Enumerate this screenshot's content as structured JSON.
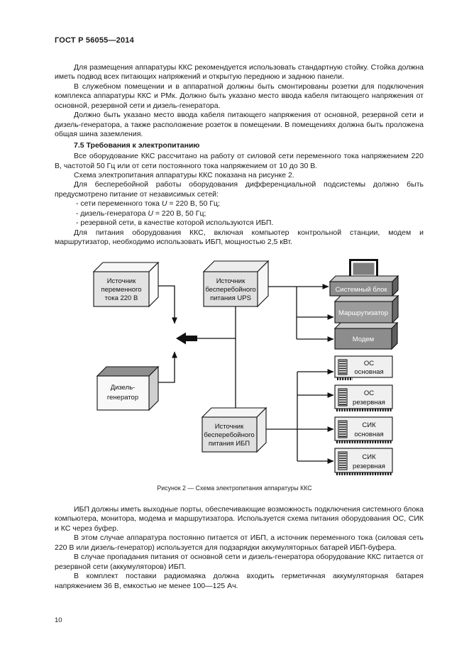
{
  "document": {
    "header": "ГОСТ Р 56055—2014",
    "page_number": "10",
    "paragraphs_top": [
      "Для размещения аппаратуры ККС рекомендуется использовать стандартную стойку. Стойка должна иметь подвод всех питающих напряжений и открытую переднюю и заднюю панели.",
      "В служебном помещении и в аппаратной должны быть смонтированы розетки для подключения комплекса аппаратуры ККС и РМк. Должно быть указано место ввода кабеля питающего напряжения от основной, резервной сети и дизель-генератора.",
      "Должно быть указано место ввода кабеля питающего напряжения от основной, резервной сети и дизель-генератора, а также расположение розеток в помещении. В помещениях должна быть проложена общая шина заземления."
    ],
    "section_heading": "7.5  Требования к электропитанию",
    "paragraphs_mid": [
      "Все оборудование ККС рассчитано на работу от силовой сети переменного тока напряжением 220 В, частотой 50 Гц или от сети постоянного тока напряжением от 10 до 30 В.",
      "Схема электропитания аппаратуры ККС показана на рисунке 2.",
      "Для бесперебойной работы оборудования дифференциальной подсистемы должно быть предусмотрено питание от независимых сетей:"
    ],
    "bullet_items": [
      {
        "pre": "- сети переменного тока ",
        "var": "U",
        "post": " = 220 В, 50 Гц;"
      },
      {
        "pre": "- дизель-генератора ",
        "var": "U",
        "post": " = 220 В, 50 Гц;"
      },
      {
        "pre": "- резервной сети, в качестве которой используются ИБП.",
        "var": "",
        "post": ""
      }
    ],
    "paragraph_power": "Для питания оборудования ККС, включая компьютер контрольной станции, модем и маршрутизатор, необходимо использовать ИБП, мощностью 2,5 кВт.",
    "figure_caption": "Рисунок 2 — Схема электропитания аппаратуры ККС",
    "paragraphs_bottom": [
      "ИБП должны иметь выходные порты, обеспечивающие возможность подключения системного блока компьютера, монитора, модема и маршрутизатора. Используется схема питания оборудования ОС, СИК и КС через буфер.",
      "В этом случае аппаратура постоянно питается от ИБП, а источник переменного тока (силовая сеть 220 В или дизель-генератор) используется для подзарядки аккумуляторных батарей ИБП-буфера.",
      "В случае пропадания питания от основной сети и дизель-генератора оборудование ККС питается от резервной сети (аккумуляторов) ИБП.",
      "В комплект поставки радиомаяка должна входить герметичная аккумуляторная батарея напряжением 36 В, емкостью не менее 100—125 Ач."
    ]
  },
  "diagram": {
    "ac_source": {
      "lines": [
        "Источник",
        "переменного",
        "тока 220 В"
      ]
    },
    "ups": {
      "lines": [
        "Источник",
        "бесперебойного",
        "питания UPS"
      ]
    },
    "diesel": {
      "lines": [
        "Дизель-",
        "генератор"
      ]
    },
    "ibp": {
      "lines": [
        "Источник",
        "бесперебойного",
        "питания ИБП"
      ]
    },
    "system_unit": "Системный блок",
    "router": "Маршрутизатор",
    "modem": "Модем",
    "os_main": {
      "lines": [
        "ОС",
        "основная"
      ]
    },
    "os_reserve": {
      "lines": [
        "ОС",
        "резервная"
      ]
    },
    "sik_main": {
      "lines": [
        "СИК",
        "основная"
      ]
    },
    "sik_reserve": {
      "lines": [
        "СИК",
        "резервная"
      ]
    },
    "colors": {
      "page_bg": "#ffffff",
      "text": "#1a1a1a",
      "box_front_light": "#e2e2e2",
      "diesel_top": "#8f8f8f",
      "slab_front_dark": "#8c8c8c",
      "slab_front_mid": "#9c9c9c",
      "device_fill": "#f0f0f0",
      "screen_gray": "#7e7e7e",
      "line": "#111111"
    }
  }
}
